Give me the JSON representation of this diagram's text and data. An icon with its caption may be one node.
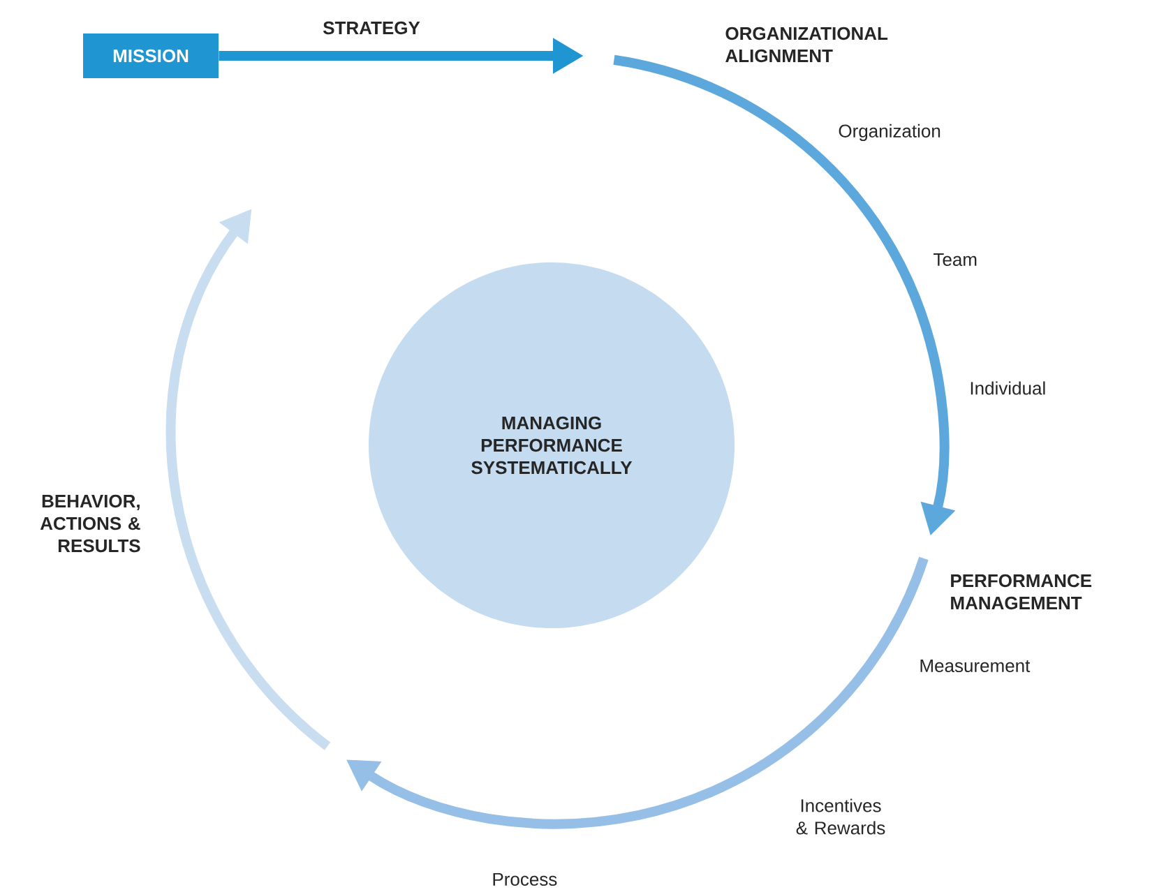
{
  "diagram": {
    "nodes": [
      {
        "text": [
          "MISSION"
        ]
      },
      {
        "text": [
          "ORGANIZATIONAL ALIGNMENT"
        ]
      },
      {
        "text": [
          "PERFORMANCE MANAGEMENT"
        ]
      },
      {
        "text": [
          "MANAGING PERFORMANCE SYSTEMATICALLY"
        ]
      }
    ],
    "edges": [
      {
        "from": 0,
        "to": null,
        "arrow": "to",
        "label": "STRATEGY",
        "color": "#1f95d2"
      },
      {
        "from": 1,
        "to": 2,
        "arrow": "to",
        "color": "#5ca8dd"
      },
      {
        "from": 2,
        "to": null,
        "arrow": "to",
        "color": "#96bfe7"
      }
    ],
    "labels": [
      "Organization",
      "Team",
      "Individual",
      "BEHAVIOR, ACTIONS & RESULTS",
      "Measurement",
      "Incentives & Rewards",
      "Process"
    ]
  }
}
